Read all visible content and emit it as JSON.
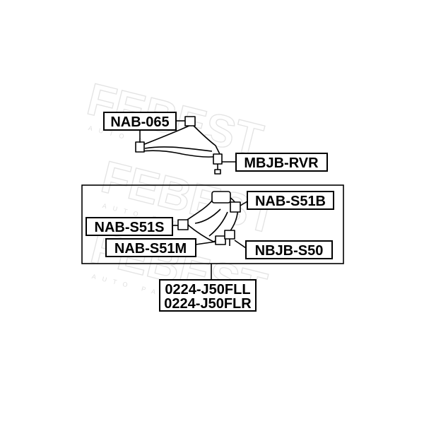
{
  "watermark": {
    "brand": "FEBEST",
    "tagline": "AUTO PARTS"
  },
  "labels": {
    "upper_bushing": "NAB-065",
    "upper_ball_joint": "MBJB-RVR",
    "lower_rear_bushing": "NAB-S51B",
    "lower_front_bushing": "NAB-S51S",
    "lower_mid_bushing": "NAB-S51M",
    "lower_ball_joint": "NBJB-S50",
    "arm_part_left": "0224-J50FLL",
    "arm_part_right": "0224-J50FLR"
  }
}
